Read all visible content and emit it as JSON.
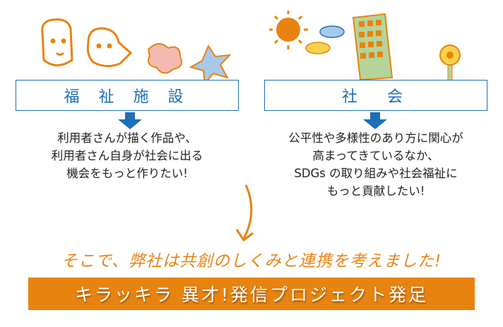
{
  "left": {
    "title": "福 祉 施 設",
    "lines": [
      "利用者さんが描く作品や、",
      "利用者さん自身が社会に出る",
      "機会をもっと作りたい!"
    ]
  },
  "right": {
    "title": "社　会",
    "lines": [
      "公平性や多様性のあり方に関心が",
      "高まってきているなか、",
      "SDGs の取り組みや社会福祉に",
      "もっと貢献したい!"
    ]
  },
  "headline": "そこで、弊社は共創のしくみと連携を考えました!",
  "banner": "キラッキラ 異才!発信プロジェクト発足",
  "colors": {
    "blue": "#1d6fb8",
    "orange": "#e8830f"
  }
}
